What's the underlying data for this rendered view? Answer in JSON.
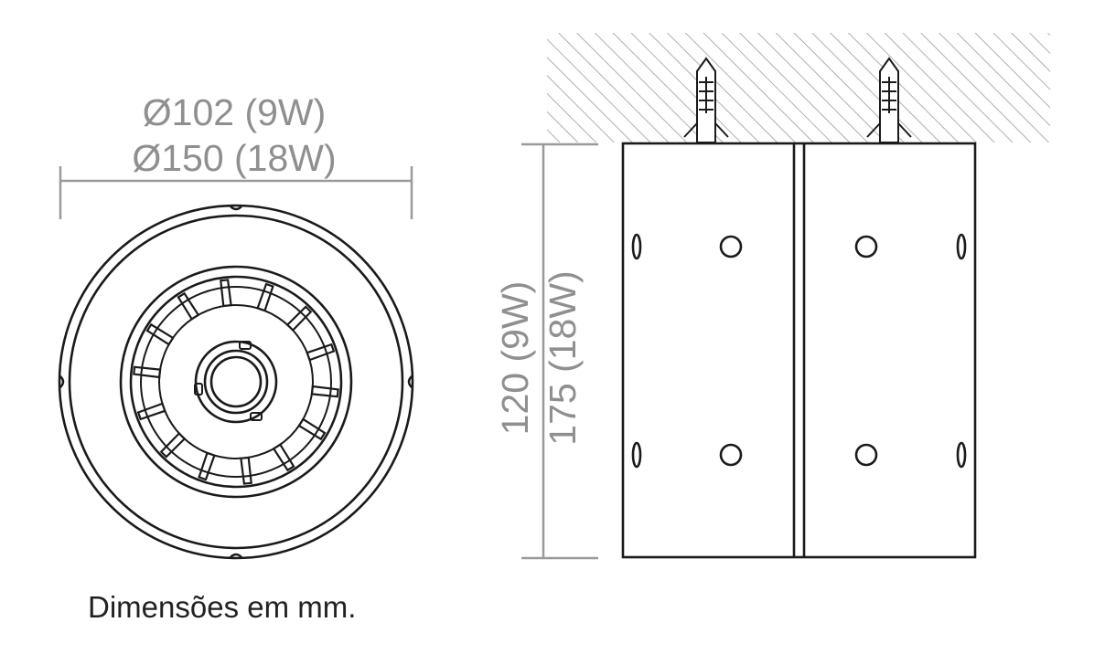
{
  "colors": {
    "outline": "#1a1a1a",
    "dimension": "#8f8f8f",
    "hatch": "#9a9a9a",
    "caption": "#222222"
  },
  "dimensions": {
    "diameter": [
      "Ø102 (9W)",
      "Ø150 (18W)"
    ],
    "height": [
      "120 (9W)",
      "175 (18W)"
    ]
  },
  "caption": "Dimensões em mm."
}
